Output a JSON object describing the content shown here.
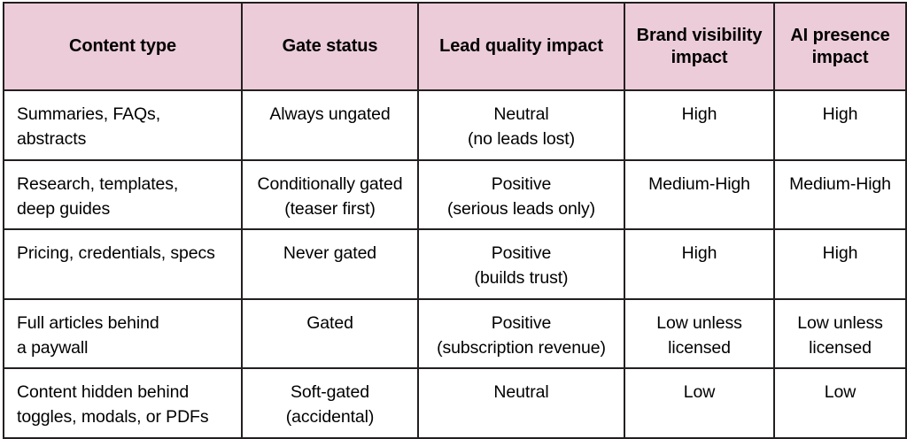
{
  "table": {
    "columns": [
      {
        "key": "content_type",
        "label": "Content type",
        "align": "left"
      },
      {
        "key": "gate_status",
        "label": "Gate status",
        "align": "center"
      },
      {
        "key": "lead_quality_impact",
        "label": "Lead quality impact",
        "align": "center"
      },
      {
        "key": "brand_visibility_impact",
        "label": "Brand visibility impact",
        "align": "center"
      },
      {
        "key": "ai_presence_impact",
        "label": "AI presence impact",
        "align": "center"
      }
    ],
    "header_background": "#ecccd9",
    "border_color": "#231f20",
    "rows": [
      {
        "content_type_line1": "Summaries, FAQs,",
        "content_type_line2": "abstracts",
        "gate_status_line1": "Always ungated",
        "gate_status_line2": "",
        "lead_quality_line1": "Neutral",
        "lead_quality_line2": "(no leads lost)",
        "brand_visibility_line1": "High",
        "brand_visibility_line2": "",
        "ai_presence_line1": "High",
        "ai_presence_line2": ""
      },
      {
        "content_type_line1": "Research, templates,",
        "content_type_line2": "deep guides",
        "gate_status_line1": "Conditionally gated",
        "gate_status_line2": "(teaser first)",
        "lead_quality_line1": "Positive",
        "lead_quality_line2": "(serious leads only)",
        "brand_visibility_line1": "Medium-High",
        "brand_visibility_line2": "",
        "ai_presence_line1": "Medium-High",
        "ai_presence_line2": ""
      },
      {
        "content_type_line1": "Pricing, credentials, specs",
        "content_type_line2": "",
        "gate_status_line1": "Never gated",
        "gate_status_line2": "",
        "lead_quality_line1": "Positive",
        "lead_quality_line2": "(builds trust)",
        "brand_visibility_line1": "High",
        "brand_visibility_line2": "",
        "ai_presence_line1": "High",
        "ai_presence_line2": ""
      },
      {
        "content_type_line1": "Full articles behind",
        "content_type_line2": "a paywall",
        "gate_status_line1": "Gated",
        "gate_status_line2": "",
        "lead_quality_line1": "Positive",
        "lead_quality_line2": "(subscription revenue)",
        "brand_visibility_line1": "Low unless",
        "brand_visibility_line2": "licensed",
        "ai_presence_line1": "Low unless",
        "ai_presence_line2": "licensed"
      },
      {
        "content_type_line1": "Content hidden behind",
        "content_type_line2": "toggles, modals, or PDFs",
        "gate_status_line1": "Soft-gated",
        "gate_status_line2": "(accidental)",
        "lead_quality_line1": "Neutral",
        "lead_quality_line2": "",
        "brand_visibility_line1": "Low",
        "brand_visibility_line2": "",
        "ai_presence_line1": "Low",
        "ai_presence_line2": ""
      }
    ]
  }
}
